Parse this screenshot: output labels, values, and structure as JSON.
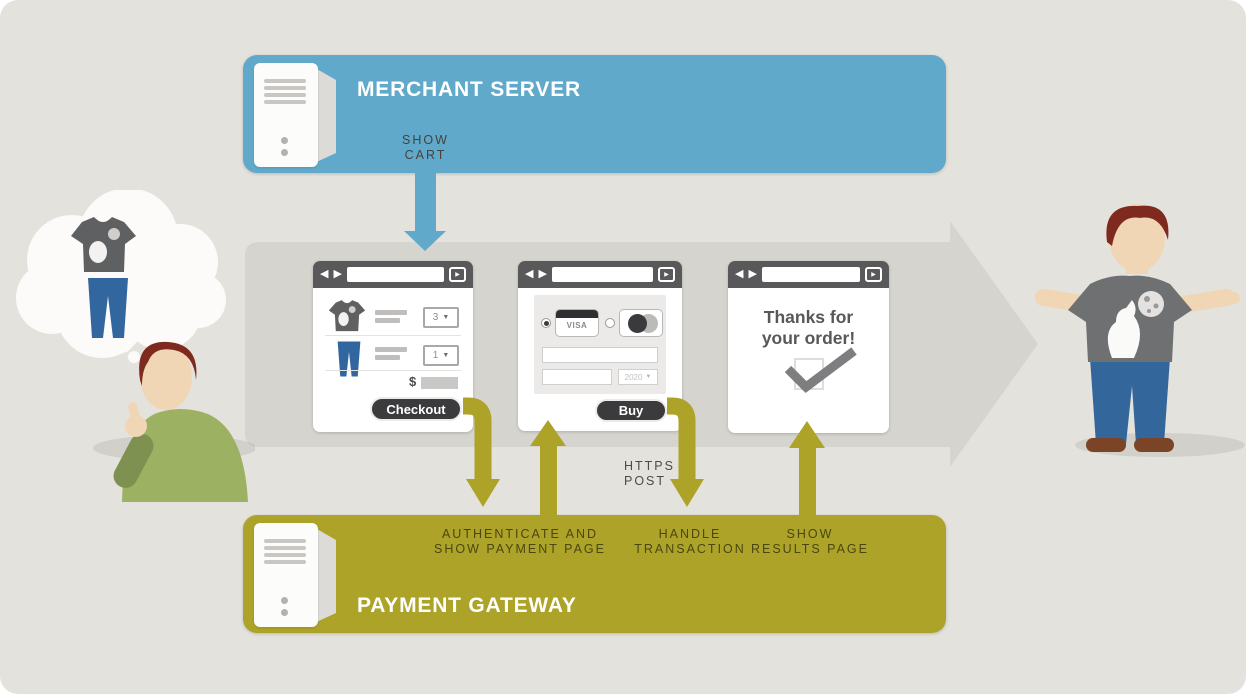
{
  "merchant_server": {
    "title": "MERCHANT SERVER"
  },
  "payment_gateway": {
    "title": "PAYMENT GATEWAY"
  },
  "labels": {
    "show_cart": [
      "SHOW",
      "CART"
    ],
    "authenticate": [
      "AUTHENTICATE AND",
      "SHOW PAYMENT PAGE"
    ],
    "https_post": [
      "HTTPS",
      "POST"
    ],
    "handle_transaction": [
      "HANDLE",
      "TRANSACTION"
    ],
    "show_results": [
      "SHOW",
      "RESULTS PAGE"
    ]
  },
  "cart_window": {
    "items": [
      {
        "product": "t-shirt",
        "quantity": "3"
      },
      {
        "product": "jeans",
        "quantity": "1"
      }
    ],
    "total_currency": "$",
    "checkout_button": "Checkout"
  },
  "payment_window": {
    "card_brand": "VISA",
    "year": "2020",
    "buy_button": "Buy"
  },
  "confirmation_window": {
    "message": [
      "Thanks for",
      "your order!"
    ]
  },
  "ui": {
    "caret": "▼",
    "back": "◀",
    "forward": "▶",
    "go": "▶"
  },
  "colors": {
    "background": "#e4e2dd",
    "merchant_blue": "#61a9ca",
    "gateway_olive": "#aca328",
    "flow_band_gray": "#d6d4cf",
    "toolbar_gray": "#59595b",
    "button_dark": "#3b3b3d",
    "tshirt_gray": "#5f6062",
    "jeans_blue": "#31679e",
    "skin": "#f1d6b6",
    "hair_red": "#7e2a1f",
    "shirt_green": "#9cb262",
    "shoe_brown": "#7b4427"
  }
}
